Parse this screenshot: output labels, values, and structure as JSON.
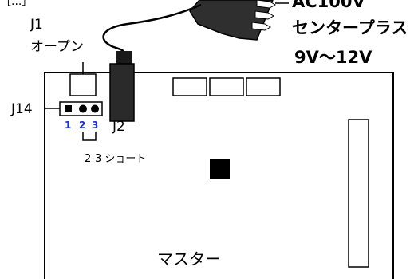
{
  "labels": {
    "top_fragment": "［...］",
    "j1": "J1",
    "j1_state": "オープン",
    "j14": "J14",
    "pins": [
      "1",
      "2",
      "3"
    ],
    "j2": "J2",
    "short_note": "2-3 ショート",
    "adapter_line1": "AC100V",
    "adapter_line2": "センタープラス",
    "adapter_line3": "9V～12V",
    "board_name": "マスター"
  }
}
